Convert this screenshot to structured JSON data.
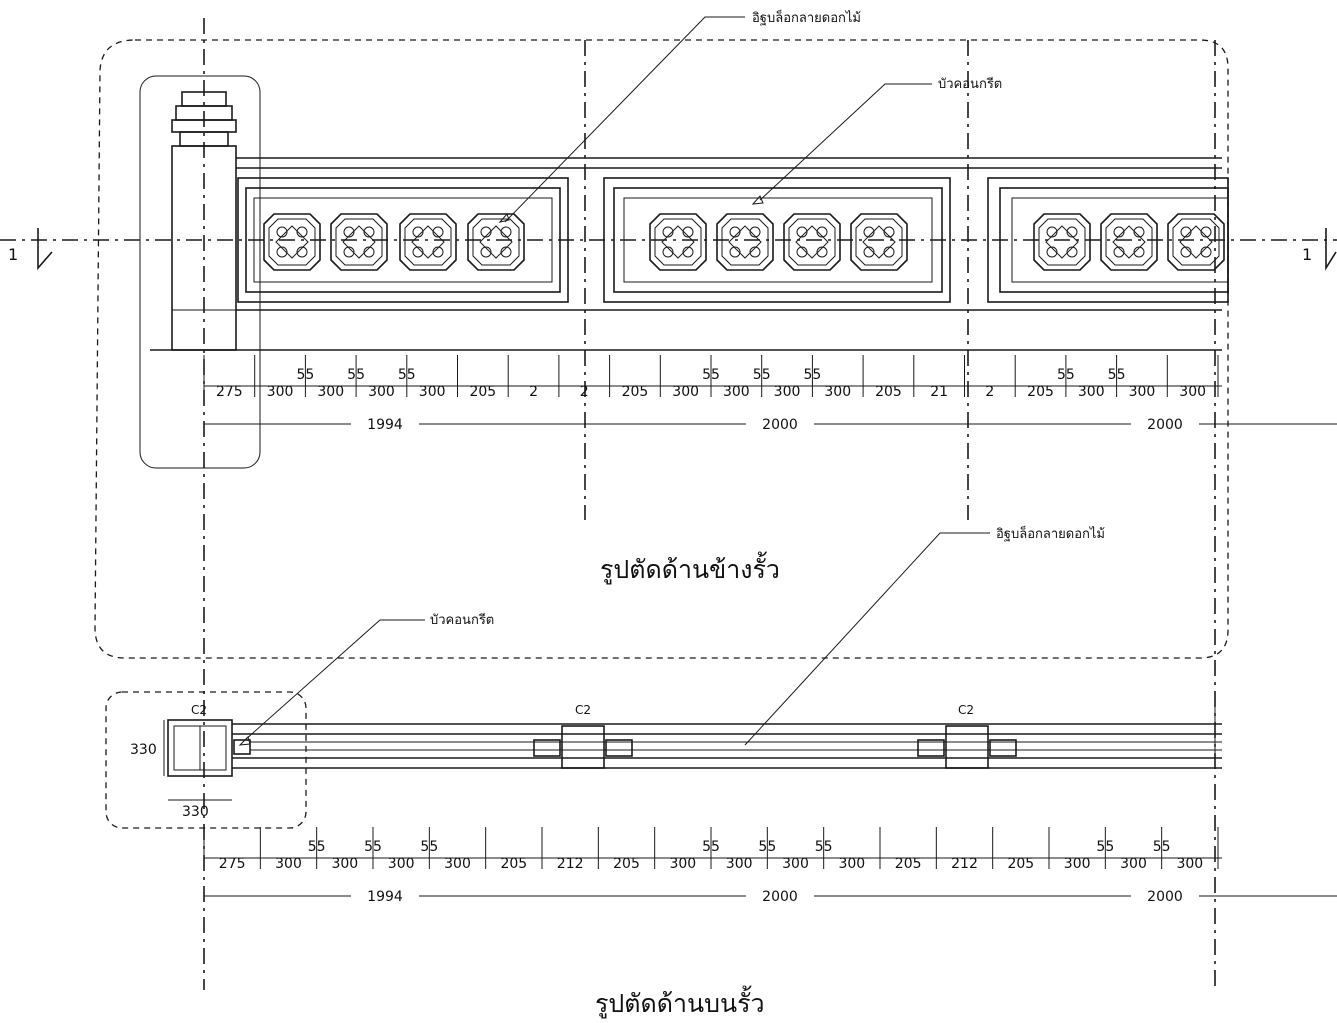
{
  "labels": {
    "flower_block_top": "อิฐบล็อกลายดอกไม้",
    "concrete_cap_top": "บัวคอนกรีต",
    "flower_block_mid": "อิฐบล็อกลายดอกไม้",
    "concrete_cap_bottom": "บัวคอนกรีต"
  },
  "titles": {
    "side_section": "รูปตัดด้านข้างรั้ว",
    "top_section": "รูปตัดด้านบนรั้ว"
  },
  "section_mark": "1",
  "column_tag": "C2",
  "column_width": "330",
  "top_dims": [
    "275",
    "300",
    "300",
    "300",
    "300",
    "205",
    "2",
    "2",
    "205",
    "300",
    "300",
    "300",
    "300",
    "205",
    "21",
    "2",
    "205",
    "300",
    "300",
    "300"
  ],
  "bottom_dims": [
    "275",
    "300",
    "300",
    "300",
    "300",
    "205",
    "212",
    "205",
    "300",
    "300",
    "300",
    "300",
    "205",
    "212",
    "205",
    "300",
    "300",
    "300"
  ],
  "gap_dim": "55",
  "spans": [
    "1994",
    "2000",
    "2000"
  ]
}
